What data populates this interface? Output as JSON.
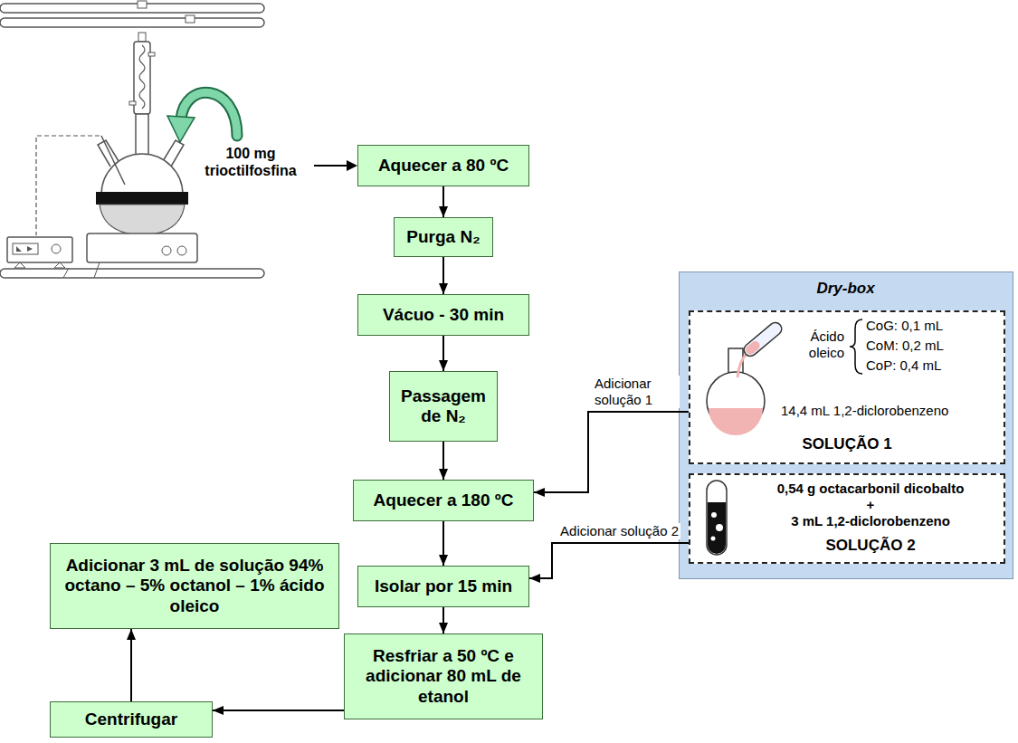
{
  "diagram": {
    "nodes": [
      {
        "text": [
          "Aquecer a 80 ºC"
        ]
      },
      {
        "text": [
          "Purga N₂"
        ]
      },
      {
        "text": [
          "Vácuo - 30 min"
        ]
      },
      {
        "text": [
          "Passagem de N₂"
        ]
      },
      {
        "text": [
          "Dry-box"
        ]
      },
      {
        "text": [
          "Ácido oleico",
          "CoG: 0,1 mL",
          "CoM: 0,2 mL",
          "CoP: 0,4 mL",
          "14,4 mL 1,2-diclorobenzeno",
          "SOLUÇÃO 1"
        ],
        "in": 4
      },
      {
        "text": [
          "0,54 g octacarbonil dicobalto",
          "+",
          "3 mL 1,2-diclorobenzeno",
          "SOLUÇÃO 2"
        ],
        "in": 4
      },
      {
        "text": [
          "Aquecer a 180 ºC"
        ]
      },
      {
        "text": [
          "Isolar por 15 min"
        ]
      },
      {
        "text": [
          "Resfriar a 50 ºC e adicionar 80 mL de etanol"
        ]
      },
      {
        "text": [
          "Centrifugar"
        ]
      },
      {
        "text": [
          "Adicionar 3 mL de solução 94% octano – 5% octanol – 1% ácido oleico"
        ]
      }
    ],
    "edges": [
      {
        "from": 0,
        "to": 1,
        "arrow": "to"
      },
      {
        "from": 1,
        "to": 2,
        "arrow": "to"
      },
      {
        "from": 2,
        "to": 3,
        "arrow": "to"
      },
      {
        "from": 3,
        "to": 7,
        "arrow": "to"
      },
      {
        "from": 5,
        "to": 7,
        "label": "Adicionar solução 1",
        "arrow": "to"
      },
      {
        "from": 7,
        "to": 8,
        "arrow": "to"
      },
      {
        "from": 6,
        "to": 8,
        "label": "Adicionar solução 2",
        "arrow": "to"
      },
      {
        "from": 8,
        "to": 9,
        "arrow": "to"
      },
      {
        "from": 9,
        "to": 10,
        "arrow": "to"
      },
      {
        "from": 10,
        "to": 11,
        "arrow": "to"
      }
    ],
    "labels": [
      "100 mg trioctilfosfina"
    ]
  }
}
